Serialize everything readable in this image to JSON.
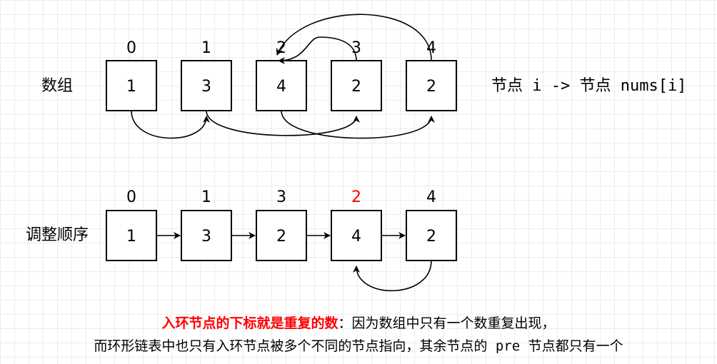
{
  "top_row": {
    "label": "数组",
    "indices": [
      "0",
      "1",
      "2",
      "3",
      "4"
    ],
    "values": [
      "1",
      "3",
      "4",
      "2",
      "2"
    ],
    "mapping_label": "节点 i -> 节点 nums[i]"
  },
  "bottom_row": {
    "label": "调整顺序",
    "indices": [
      "0",
      "1",
      "3",
      "2",
      "4"
    ],
    "values": [
      "1",
      "3",
      "2",
      "4",
      "2"
    ],
    "highlight_index_color": "#ff0000"
  },
  "caption": {
    "highlight": "入环节点的下标就是重复的数",
    "colon": "：",
    "line1_rest": "因为数组中只有一个数重复出现，",
    "line2_part1": "而环形链表中也只有入环节点被多个不同的节点指向，其余节点的",
    "line2_code": " pre ",
    "line2_part2": "节点都只有一个"
  },
  "colors": {
    "highlight": "#ff0000",
    "stroke": "#000000",
    "grid": "#ececec"
  }
}
